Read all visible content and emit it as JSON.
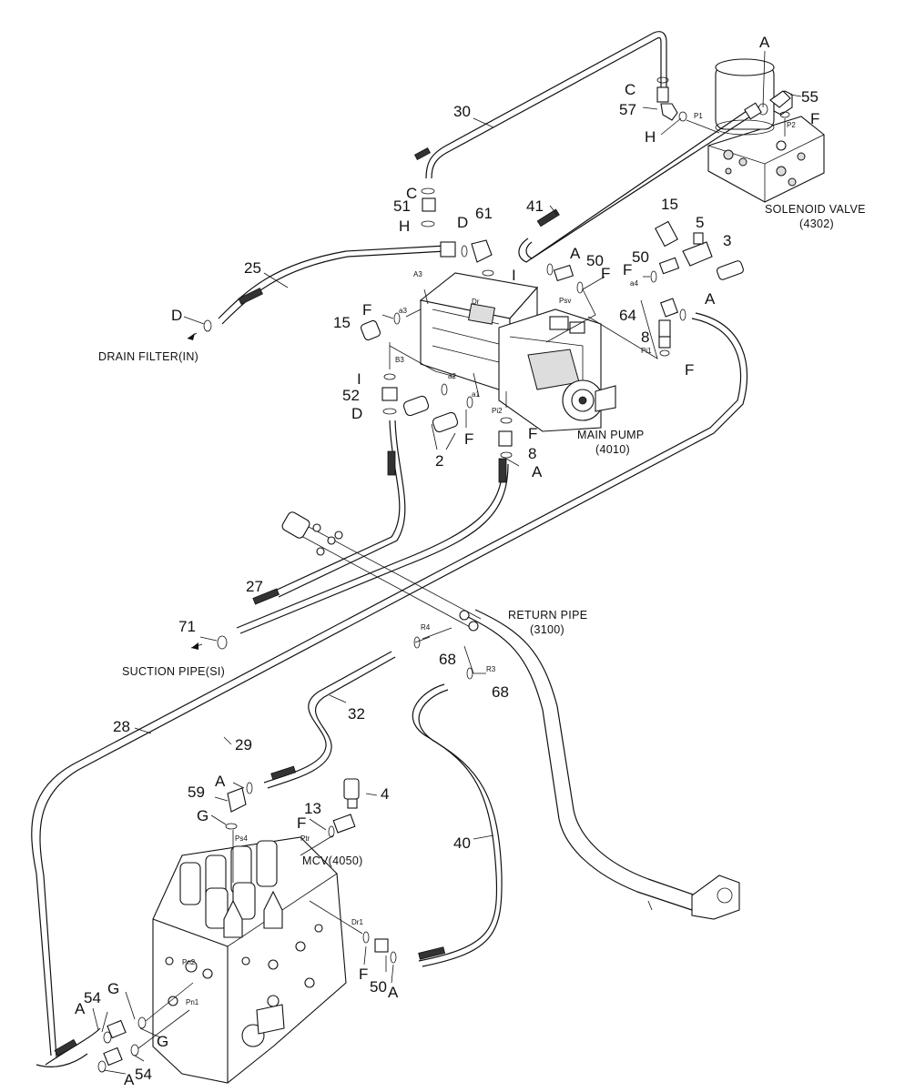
{
  "captions": {
    "solenoid_valve": "SOLENOID VALVE",
    "solenoid_valve_code": "(4302)",
    "main_pump": "MAIN PUMP",
    "main_pump_code": "(4010)",
    "drain_filter": "DRAIN FILTER(IN)",
    "return_pipe": "RETURN PIPE",
    "return_pipe_code": "(3100)",
    "suction_pipe": "SUCTION PIPE(SI)",
    "mcv": "MCV(4050)"
  },
  "numbers": {
    "n30": "30",
    "n57": "57",
    "n55": "55",
    "n51": "51",
    "n61": "61",
    "n41": "41",
    "n15a": "15",
    "n5": "5",
    "n3": "3",
    "n50a": "50",
    "n50b": "50",
    "n25": "25",
    "n15b": "15",
    "n64": "64",
    "n8a": "8",
    "n52": "52",
    "n2": "2",
    "n8b": "8",
    "n27": "27",
    "n71": "71",
    "n68a": "68",
    "n68b": "68",
    "n32": "32",
    "n28": "28",
    "n29": "29",
    "n59": "59",
    "n4": "4",
    "n13": "13",
    "n40": "40",
    "n50c": "50",
    "n54a": "54",
    "n54b": "54"
  },
  "letters": {
    "a_top": "A",
    "c_top": "C",
    "h_top": "H",
    "f_top": "F",
    "c_mid": "C",
    "h_mid": "H",
    "d_mid": "D",
    "i_mid": "I",
    "a_mid": "A",
    "f_psv": "F",
    "d_drain": "D",
    "f_a3": "F",
    "f_a4": "F",
    "a_64": "A",
    "f_pi1": "F",
    "i_b3": "I",
    "d_52": "D",
    "f_2": "F",
    "f_pi2": "F",
    "a_8": "A",
    "a_59": "A",
    "g_59": "G",
    "f_13": "F",
    "g_pn2": "G",
    "a_54a": "A",
    "g_pn1": "G",
    "a_54b": "A",
    "f_dr1": "F",
    "a_dr1": "A"
  },
  "ports": {
    "p1": "P1",
    "p2": "P2",
    "a3": "A3",
    "dr": "Dr",
    "a3s": "a3",
    "psv": "Psv",
    "a4": "a4",
    "pi1": "Pi1",
    "b3": "B3",
    "a2": "a2",
    "a1": "a1",
    "pi2": "Pi2",
    "r4": "R4",
    "r3": "R3",
    "ps4": "Ps4",
    "ptr": "Ptr",
    "dr1": "Dr1",
    "pn2": "Pn2",
    "pn1": "Pn1"
  }
}
